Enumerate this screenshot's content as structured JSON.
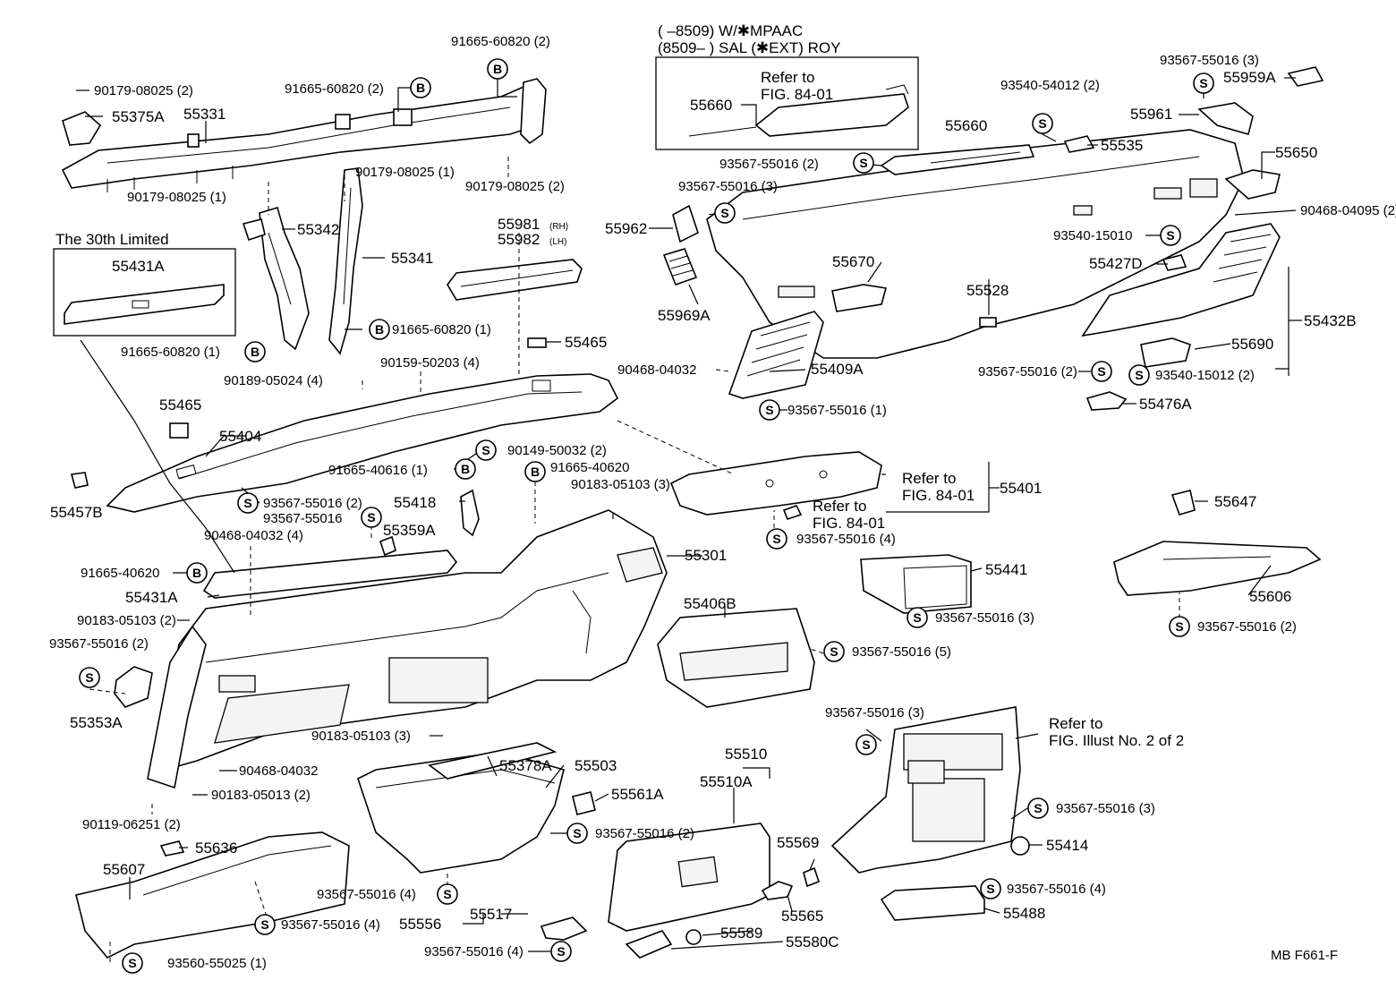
{
  "header": {
    "variant_line1": "(        –8509) W/✱MPAAC",
    "variant_line2": "(8509–        ) SAL (✱EXT) ROY"
  },
  "callouts": {
    "the_30th_limited": "The 30th Limited",
    "refer_to_1": "Refer to",
    "fig_84_01_1": "FIG. 84-01",
    "refer_to_2": "Refer to",
    "fig_84_01_2": "FIG. 84-01",
    "refer_to_3": "Refer to",
    "fig_84_01_3": "FIG. 84-01",
    "refer_to_4": "Refer to",
    "fig_illust": "FIG. Illust No. 2 of 2"
  },
  "footer": {
    "figure_code": "MB  F661-F"
  },
  "badges": {
    "s": "S",
    "b": "B"
  },
  "parts": {
    "p91665_60820_top": "91665-60820 (2)",
    "p90179_08025_a": "90179-08025 (2)",
    "p55375A": "55375A",
    "p55331": "55331",
    "p91665_60820_b": "91665-60820 (2)",
    "p90179_08025_b": "90179-08025 (1)",
    "p90179_08025_c": "90179-08025 (2)",
    "p90179_08025_d": "90179-08025 (1)",
    "p55342": "55342",
    "p55341": "55341",
    "p55431A_a": "55431A",
    "p91665_60820_c": "91665-60820 (1)",
    "p91665_60820_d": "91665-60820 (1)",
    "p55981": "55981",
    "p55981_rh": "(RH)",
    "p55982": "55982",
    "p55982_lh": "(LH)",
    "p55465_a": "55465",
    "p90189_05024": "90189-05024 (4)",
    "p90159_50203": "90159-50203 (4)",
    "p55465_b": "55465",
    "p55404": "55404",
    "p90149_50032": "90149-50032 (2)",
    "p91665_40616": "91665-40616 (1)",
    "p91665_40620_a": "91665-40620",
    "p90183_05103_a": "90183-05103 (3)",
    "p55457B": "55457B",
    "p93567_55016_a": "93567-55016 (2)",
    "p55418": "55418",
    "p93567_55016_b": "93567-55016",
    "p90468_04032_a": "90468-04032 (4)",
    "p55359A": "55359A",
    "p91665_40620_b": "91665-40620",
    "p55431A_b": "55431A",
    "p90183_05103_b": "90183-05103 (2)",
    "p93567_55016_c": "93567-55016 (2)",
    "p55353A": "55353A",
    "p55301": "55301",
    "p90183_05103_c": "90183-05103 (3)",
    "p90468_04032_b": "90468-04032",
    "p90183_05013": "90183-05013 (2)",
    "p90119_06251": "90119-06251 (2)",
    "p55636": "55636",
    "p55607": "55607",
    "p93567_55016_d": "93567-55016 (4)",
    "p93560_55025": "93560-55025 (1)",
    "p55378A": "55378A",
    "p55503": "55503",
    "p55561A": "55561A",
    "p93567_55016_e": "93567-55016 (2)",
    "p93567_55016_f": "93567-55016 (4)",
    "p55556": "55556",
    "p55517": "55517",
    "p93567_55016_g": "93567-55016 (4)",
    "p55510": "55510",
    "p55510A": "55510A",
    "p55569": "55569",
    "p55565": "55565",
    "p55589": "55589",
    "p55580C": "55580C",
    "p55660_a": "55660",
    "p93540_54012": "93540-54012 (2)",
    "p93567_55016_h": "93567-55016 (3)",
    "p55959A": "55959A",
    "p55961": "55961",
    "p55660_b": "55660",
    "p55535": "55535",
    "p93567_55016_i": "93567-55016 (2)",
    "p55650": "55650",
    "p93567_55016_j": "93567-55016 (3)",
    "p55962": "55962",
    "p90468_04095": "90468-04095 (2)",
    "p93540_15010": "93540-15010",
    "p55427D": "55427D",
    "p55670": "55670",
    "p55969A": "55969A",
    "p55528": "55528",
    "p55432B": "55432B",
    "p90468_04032_c": "90468-04032",
    "p55409A": "55409A",
    "p93567_55016_k": "93567-55016 (2)",
    "p55690": "55690",
    "p93540_15012": "93540-15012 (2)",
    "p55476A": "55476A",
    "p93567_55016_l": "93567-55016 (1)",
    "p55401": "55401",
    "p93567_55016_m": "93567-55016 (4)",
    "p55647": "55647",
    "p55441": "55441",
    "p55606": "55606",
    "p93567_55016_n": "93567-55016 (3)",
    "p93567_55016_o": "93567-55016 (2)",
    "p55406B": "55406B",
    "p93567_55016_p": "93567-55016 (5)",
    "p93567_55016_q": "93567-55016 (3)",
    "p93567_55016_r": "93567-55016 (3)",
    "p55414": "55414",
    "p93567_55016_s": "93567-55016 (4)",
    "p55488": "55488"
  }
}
